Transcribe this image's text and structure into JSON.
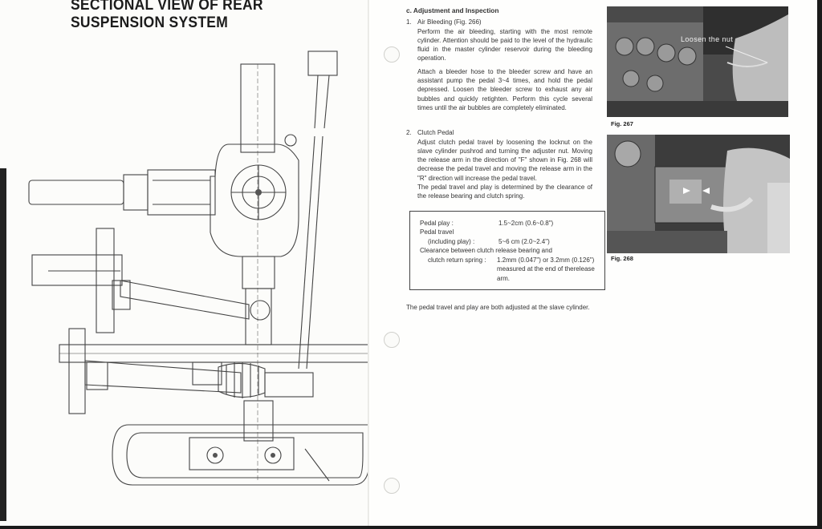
{
  "left_page": {
    "title": "SECTIONAL VIEW OF REAR SUSPENSION SYSTEM"
  },
  "right_page": {
    "section_heading": "c.  Adjustment and Inspection",
    "air_bleeding": {
      "number": "1.",
      "title": "Air Bleeding  (Fig. 266)",
      "para1": "Perform the air bleeding, starting with the most remote cylinder. Attention should be paid to the level of the hydraulic fluid in the master cylinder reservoir during the bleeding operation.",
      "para2": "Attach a bleeder hose to the bleeder screw and have an assistant pump the pedal 3~4 times, and hold the pedal depressed. Loosen the bleeder screw to exhaust any air bubbles and quickly retighten. Perform this cycle several times until the air bubbles are completely eliminated."
    },
    "clutch_pedal": {
      "number": "2.",
      "title": "Clutch Pedal",
      "para1": "Adjust clutch pedal travel by loosening the locknut on the slave cylinder pushrod and turning the adjuster nut. Moving the release arm in the direction of \"F\" shown in Fig. 268 will decrease the pedal travel and moving the release arm in the \"R\" direction will increase the pedal travel.",
      "para2": "The pedal travel and play is determined by the clearance of the release bearing and clutch spring."
    },
    "spec_box": {
      "pedal_play_label": "Pedal play :",
      "pedal_play_value": "1.5~2cm (0.6~0.8\")",
      "pedal_travel_label": "Pedal travel",
      "including_play_label": "(including play) :",
      "pedal_travel_value": "5~6 cm (2.0~2.4\")",
      "clearance_line1": "Clearance between clutch release bearing and",
      "clearance_label": "clutch return spring :",
      "clearance_value": "1.2mm (0.047\") or 3.2mm (0.126\") measured at the end of therelease arm."
    },
    "closing_text": "The pedal travel and play are both adjusted at the slave cylinder.",
    "figures": {
      "fig267_caption": "Fig. 267",
      "fig267_label": "Loosen the nut",
      "fig268_caption": "Fig. 268"
    }
  }
}
